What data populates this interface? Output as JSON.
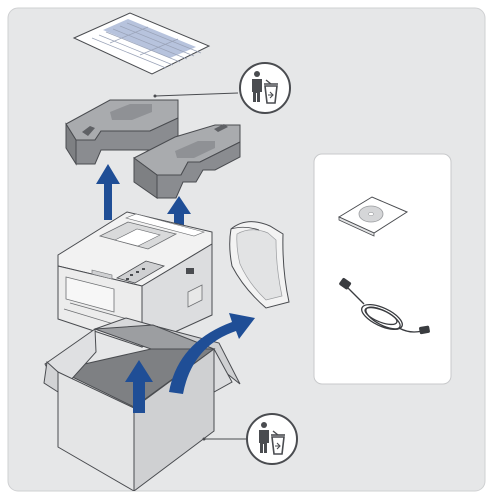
{
  "diagram": {
    "colors": {
      "panel_bg": "#e6e7e8",
      "panel_border": "#cfd0d2",
      "card_bg": "#ffffff",
      "card_border": "#c8c9cb",
      "arrow_blue": "#1f4e96",
      "foam_top": "#a9abae",
      "foam_side": "#7e8083",
      "foam_dark": "#5f6165",
      "box_light": "#e4e5e6",
      "box_mid": "#cfd0d2",
      "box_dark": "#b3b5b8",
      "printer_body": "#f4f4f4",
      "printer_line": "#6d6f72",
      "outline": "#4a4c50"
    },
    "parts": [
      {
        "name": "paper-sheet",
        "icon": "document-icon"
      },
      {
        "name": "foam-packing-left",
        "icon": "foam-block-icon"
      },
      {
        "name": "foam-packing-right",
        "icon": "foam-block-icon"
      },
      {
        "name": "printer",
        "icon": "printer-icon"
      },
      {
        "name": "toner-bag",
        "icon": "plastic-bag-icon"
      },
      {
        "name": "shipping-box",
        "icon": "cardboard-box-icon"
      },
      {
        "name": "software-cd",
        "icon": "cd-sleeve-icon"
      },
      {
        "name": "power-cord",
        "icon": "power-cable-icon"
      }
    ],
    "recycle_badges": [
      {
        "name": "recycle-badge-packing",
        "icon": "recycle-bin-person-icon"
      },
      {
        "name": "recycle-badge-box",
        "icon": "recycle-bin-person-icon"
      }
    ],
    "arrows": [
      {
        "name": "lift-foam-left-arrow",
        "icon": "arrow-up-icon"
      },
      {
        "name": "lift-foam-right-arrow",
        "icon": "arrow-up-icon"
      },
      {
        "name": "lift-printer-arrow",
        "icon": "arrow-up-icon"
      },
      {
        "name": "remove-bag-arrow",
        "icon": "curved-arrow-icon"
      }
    ]
  }
}
